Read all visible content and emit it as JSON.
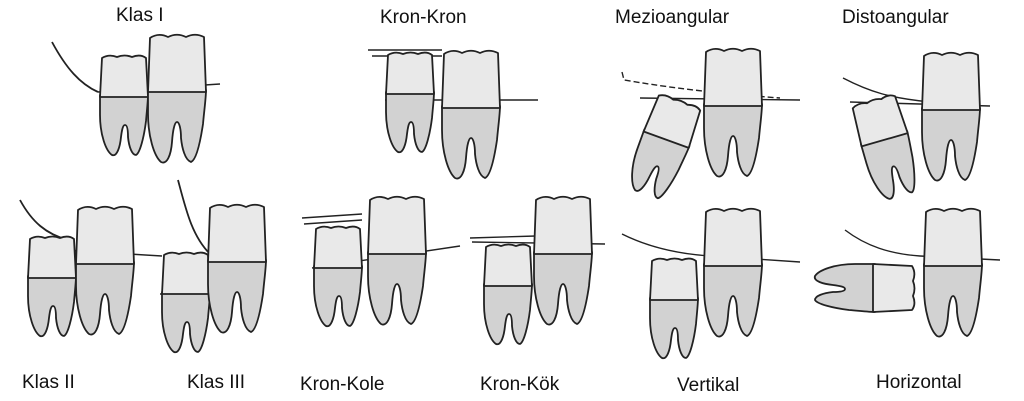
{
  "labels": {
    "klas1": "Klas I",
    "klas2": "Klas II",
    "klas3": "Klas III",
    "kron_kron": "Kron-Kron",
    "kron_kole": "Kron-Kole",
    "kron_kok": "Kron-Kök",
    "mezioangular": "Mezioangular",
    "distoangular": "Distoangular",
    "vertikal": "Vertikal",
    "horizontal": "Horizontal"
  }
}
